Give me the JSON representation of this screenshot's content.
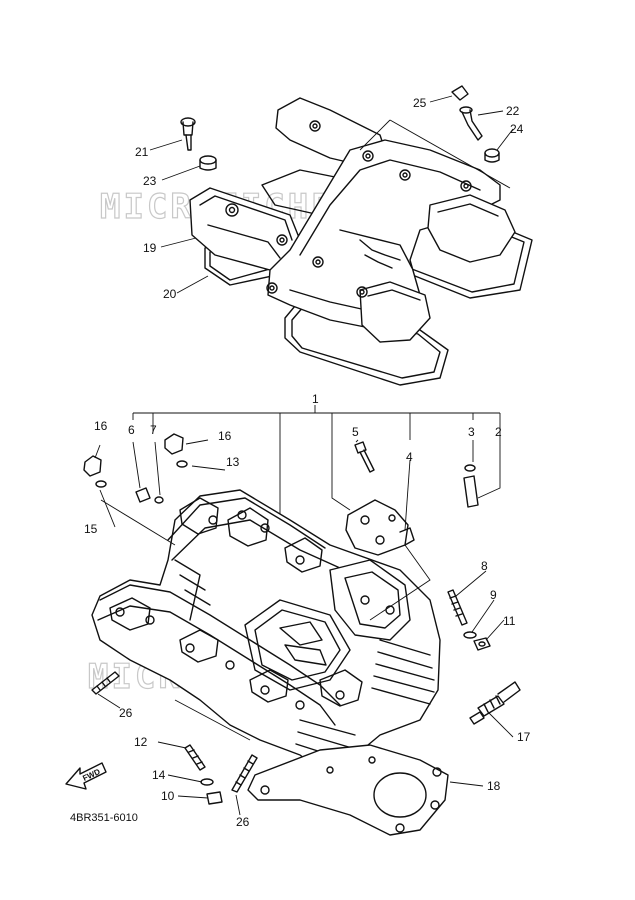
{
  "diagram": {
    "part_code": "4BR351-6010",
    "watermark": "MICROFICHES.NET",
    "fwd_label": "FWD",
    "callouts": {
      "c1": "1",
      "c2": "2",
      "c3": "3",
      "c4": "4",
      "c5": "5",
      "c6": "6",
      "c7": "7",
      "c8": "8",
      "c9": "9",
      "c10": "10",
      "c11": "11",
      "c12": "12",
      "c13": "13",
      "c14": "14",
      "c15": "15",
      "c16a": "16",
      "c16b": "16",
      "c17": "17",
      "c18": "18",
      "c19": "19",
      "c20": "20",
      "c21": "21",
      "c22": "22",
      "c23": "23",
      "c24": "24",
      "c25": "25",
      "c26a": "26",
      "c26b": "26"
    }
  }
}
